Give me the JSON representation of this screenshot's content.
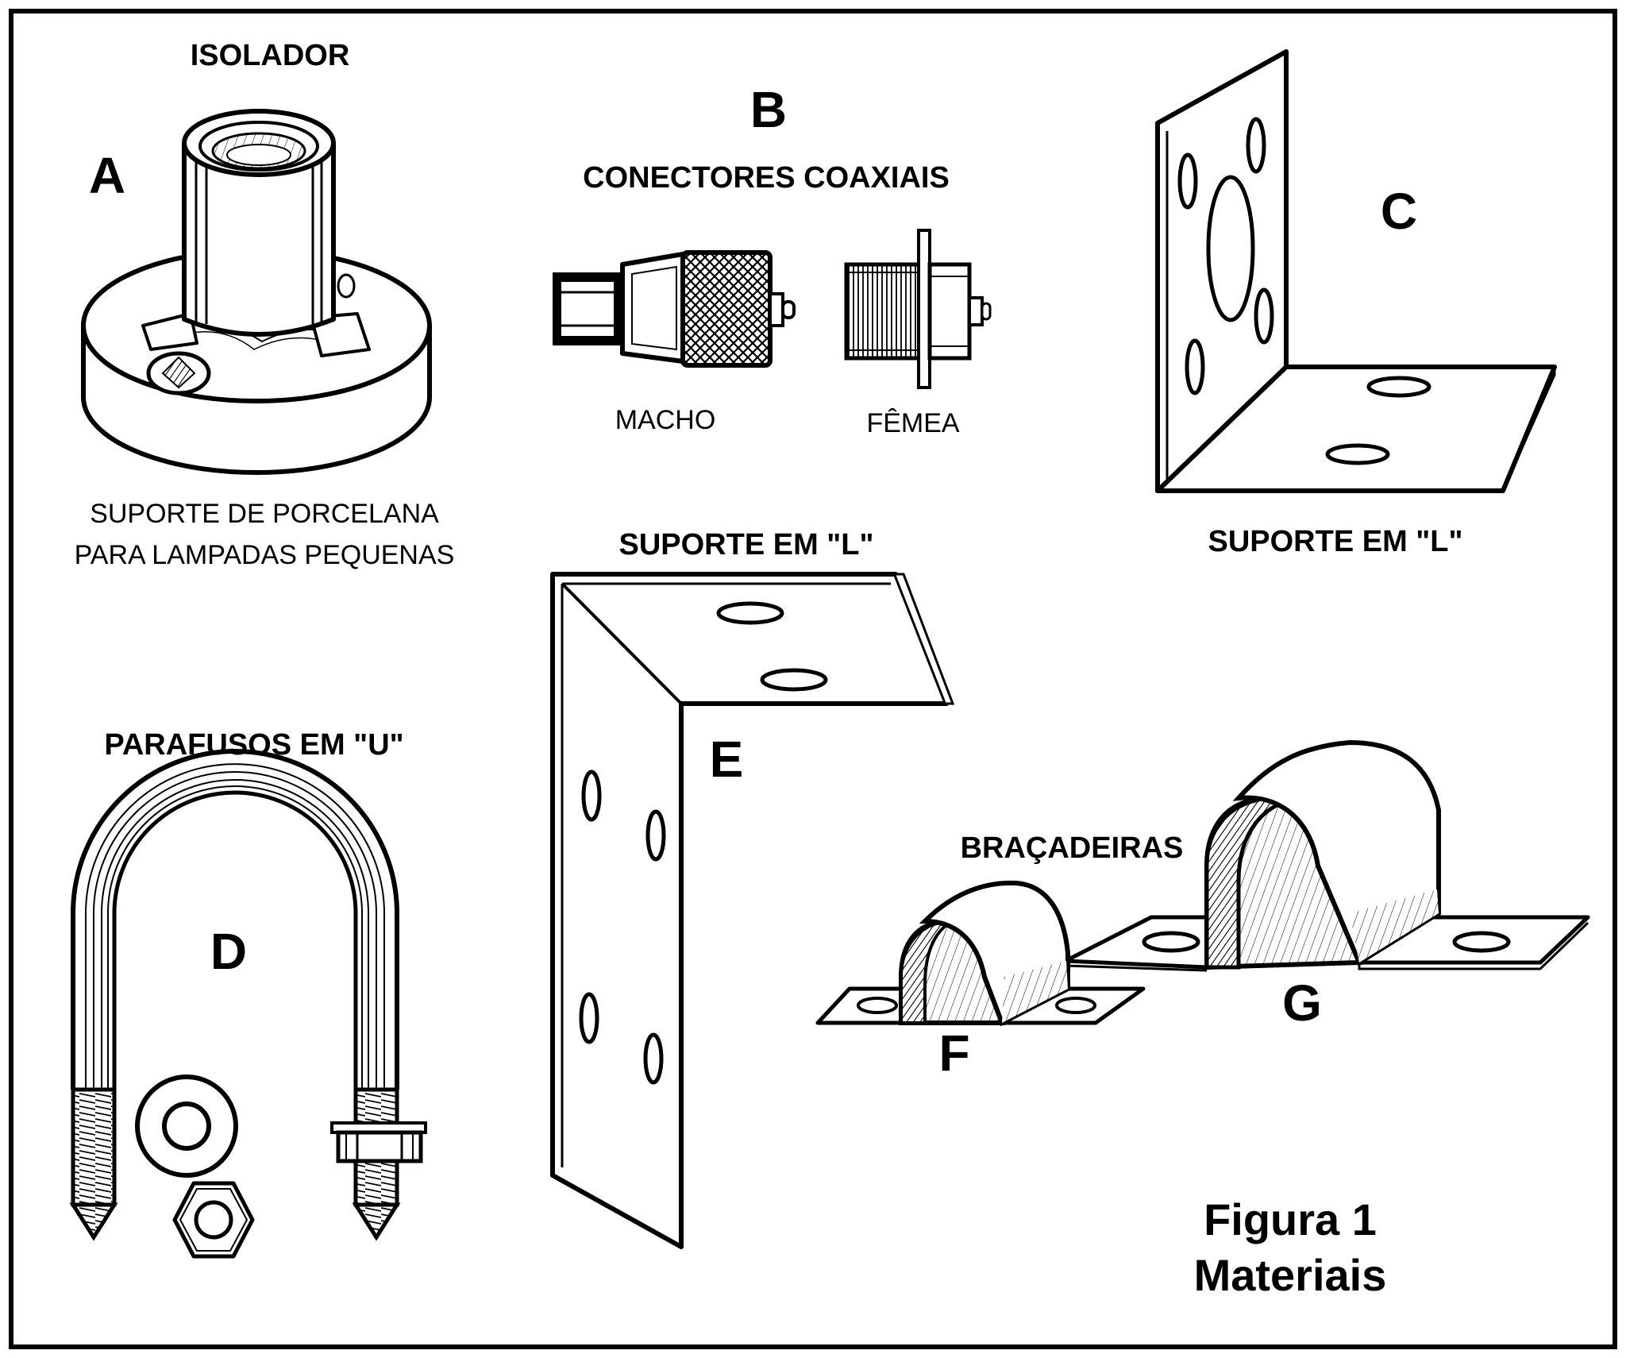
{
  "figure": {
    "caption_line1": "Figura 1",
    "caption_line2": "Materiais"
  },
  "items": {
    "a": {
      "letter": "A",
      "title": "ISOLADOR",
      "caption_line1": "SUPORTE DE PORCELANA",
      "caption_line2": "PARA LAMPADAS PEQUENAS"
    },
    "b": {
      "letter": "B",
      "title": "CONECTORES COAXIAIS",
      "male_label": "MACHO",
      "female_label": "FÊMEA"
    },
    "c": {
      "letter": "C",
      "caption": "SUPORTE EM \"L\""
    },
    "d": {
      "letter": "D",
      "title": "PARAFUSOS EM \"U\""
    },
    "e": {
      "letter": "E",
      "title": "SUPORTE EM \"L\""
    },
    "fg": {
      "title": "BRAÇADEIRAS",
      "letter_f": "F",
      "letter_g": "G"
    }
  },
  "colors": {
    "ink": "#000000",
    "paper": "#ffffff"
  }
}
